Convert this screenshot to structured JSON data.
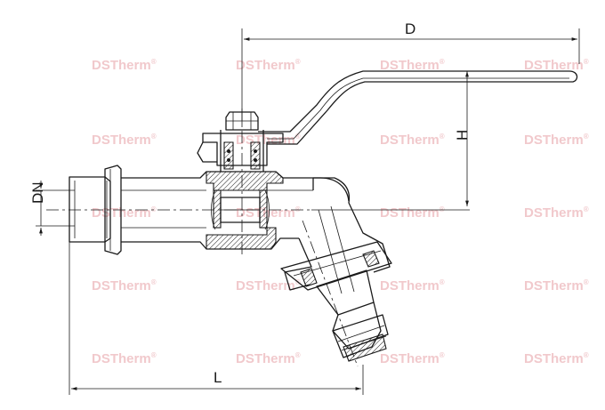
{
  "watermark": {
    "brand": "DSTherm",
    "mark": "®",
    "color": "#f1c9cc"
  },
  "dimensions": {
    "D": "D",
    "H": "H",
    "DN": "DN",
    "L": "L"
  },
  "colors": {
    "line": "#1a1a1a",
    "background": "#ffffff"
  }
}
